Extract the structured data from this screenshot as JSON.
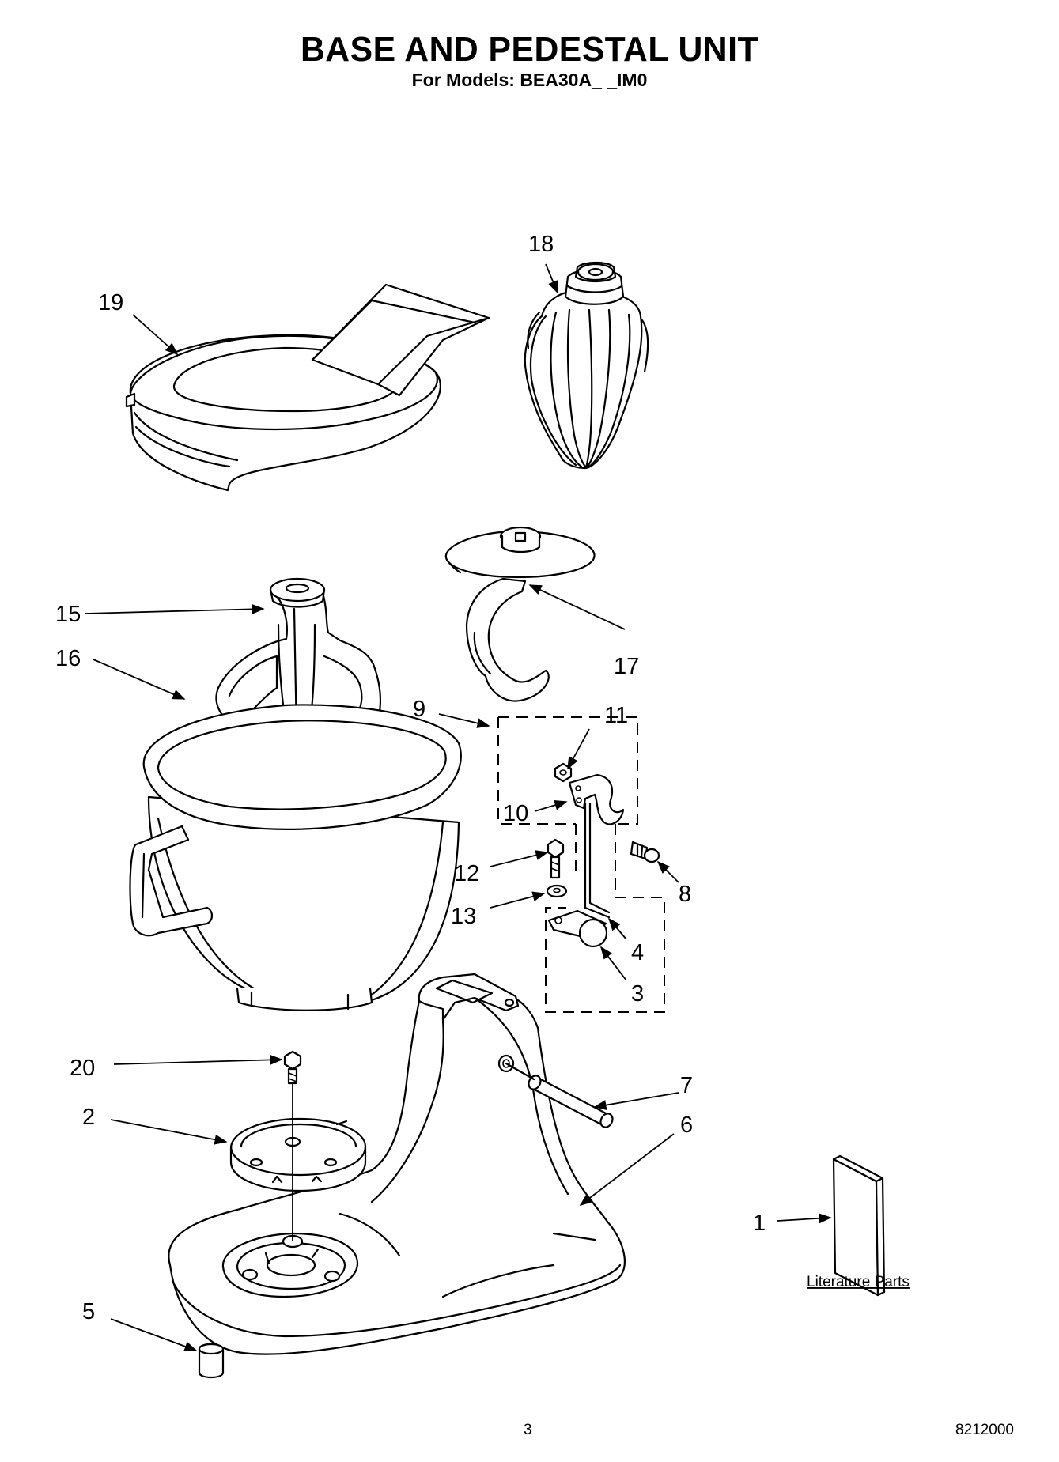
{
  "title": "BASE AND PEDESTAL UNIT",
  "subtitle": "For Models: BEA30A_ _IM0",
  "literature_label": "Literature Parts",
  "page_number": "3",
  "doc_number": "8212000",
  "callouts": {
    "c1": "1",
    "c2": "2",
    "c3": "3",
    "c4": "4",
    "c5": "5",
    "c6": "6",
    "c7": "7",
    "c8": "8",
    "c9": "9",
    "c10": "10",
    "c11": "11",
    "c12": "12",
    "c13": "13",
    "c15": "15",
    "c16": "16",
    "c17": "17",
    "c18": "18",
    "c19": "19",
    "c20": "20"
  }
}
